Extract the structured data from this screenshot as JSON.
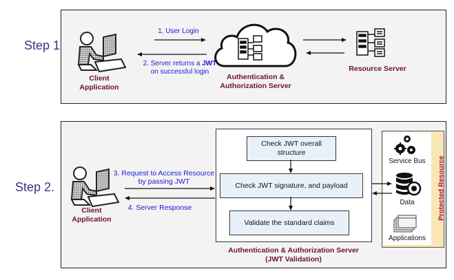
{
  "step1": {
    "label": "Step 1.",
    "client_label": "Client Application",
    "arrow_top_label": "1. User Login",
    "arrow_bottom_label_pre": "2. Server returns a ",
    "arrow_bottom_label_bold": "JWT",
    "arrow_bottom_label_line2": "on successful login",
    "auth_server_label": "Authentication & Authorization Server",
    "resource_server_label": "Resource Server"
  },
  "step2": {
    "label": "Step 2.",
    "client_label": "Client Application",
    "arrow_top_label_l1": "3. Request to Access Resource",
    "arrow_top_label_l2": "by passing JWT",
    "arrow_bottom_label": "4. Server Response",
    "check_structure": "Check JWT overall structure",
    "check_signature": "Check JWT signature, and payload",
    "validate_claims": "Validate the standard claims",
    "server_caption_l1": "Authentication & Authorization Server",
    "server_caption_l2": "(JWT Validation)",
    "resources": {
      "service_bus": "Service Bus",
      "data": "Data",
      "applications": "Applications"
    },
    "protected_label": "Protected Resource"
  },
  "colors": {
    "step_text": "#3d2f8c",
    "label_dark": "#6b1030",
    "label_blue": "#1a1ad6",
    "box_fill": "#e8f1fa",
    "protected_fill": "#f8e7b4"
  },
  "icons": [
    "user-at-computer-icon",
    "cloud-icon",
    "server-icon",
    "gears-icon",
    "database-icon",
    "windows-icon"
  ]
}
